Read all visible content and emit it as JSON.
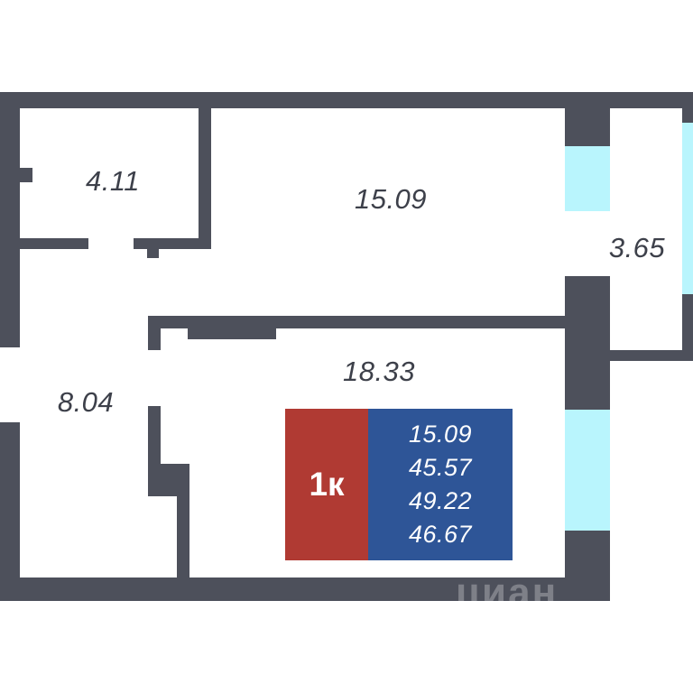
{
  "rooms": {
    "bathroom": "4.11",
    "kitchen": "15.09",
    "balcony": "3.65",
    "bedroom": "18.33",
    "hallway": "8.04"
  },
  "badge": {
    "type": "1к",
    "areas": [
      "15.09",
      "45.57",
      "49.22",
      "46.67"
    ]
  },
  "watermark": "циан",
  "colors": {
    "wall": "#4d505b",
    "window": "#b9f5fd",
    "badge_type_bg": "#b03a33",
    "badge_areas_bg": "#2e5597"
  }
}
